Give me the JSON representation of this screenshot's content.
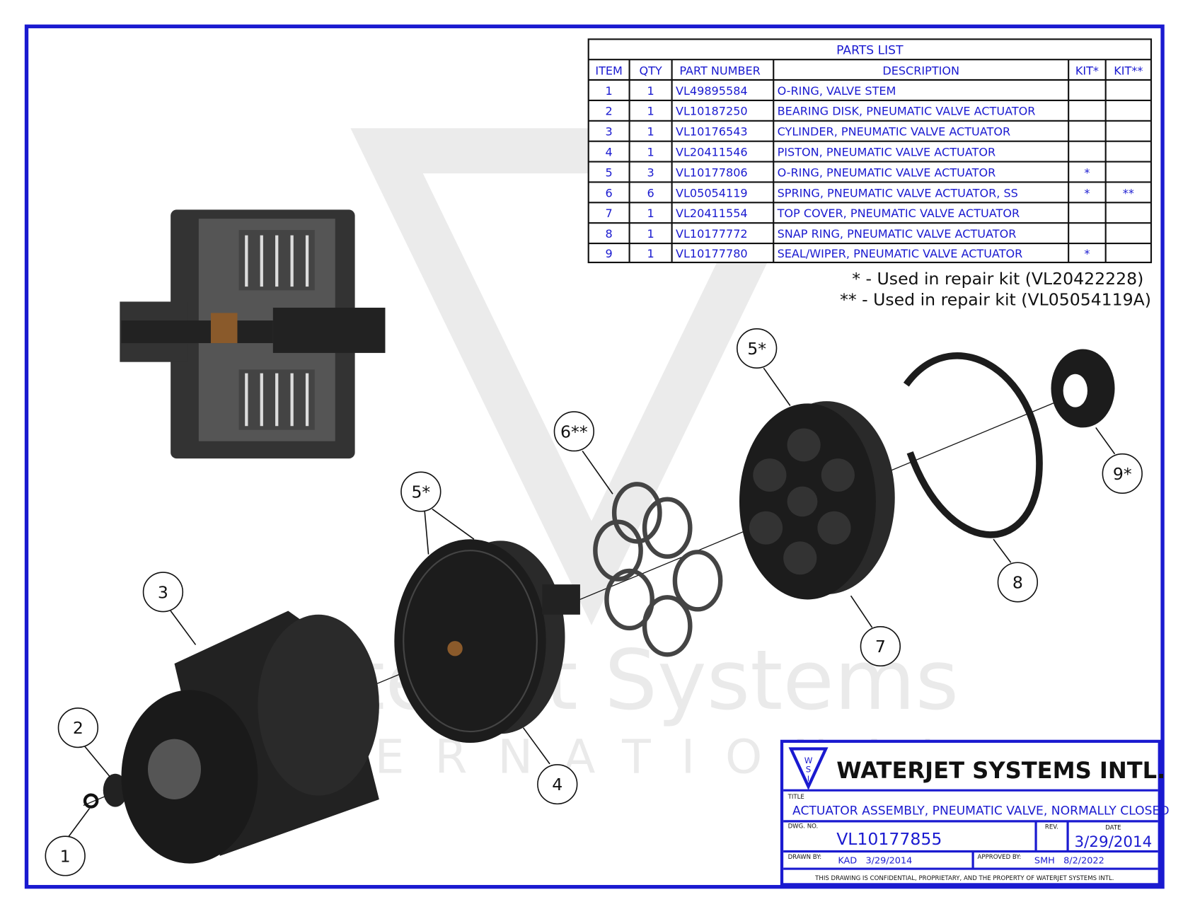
{
  "parts_list": {
    "title": "PARTS LIST",
    "headers": [
      "ITEM",
      "QTY",
      "PART NUMBER",
      "DESCRIPTION",
      "KIT*",
      "KIT**"
    ],
    "rows": [
      [
        "1",
        "1",
        "VL49895584",
        "O-RING, VALVE STEM",
        "",
        ""
      ],
      [
        "2",
        "1",
        "VL10187250",
        "BEARING DISK, PNEUMATIC VALVE ACTUATOR",
        "",
        ""
      ],
      [
        "3",
        "1",
        "VL10176543",
        "CYLINDER, PNEUMATIC VALVE ACTUATOR",
        "",
        ""
      ],
      [
        "4",
        "1",
        "VL20411546",
        "PISTON, PNEUMATIC VALVE ACTUATOR",
        "",
        ""
      ],
      [
        "5",
        "3",
        "VL10177806",
        "O-RING, PNEUMATIC VALVE ACTUATOR",
        "*",
        ""
      ],
      [
        "6",
        "6",
        "VL05054119",
        "SPRING, PNEUMATIC VALVE ACTUATOR, SS",
        "*",
        "**"
      ],
      [
        "7",
        "1",
        "VL20411554",
        "TOP COVER, PNEUMATIC VALVE ACTUATOR",
        "",
        ""
      ],
      [
        "8",
        "1",
        "VL10177772",
        "SNAP RING, PNEUMATIC VALVE ACTUATOR",
        "",
        ""
      ],
      [
        "9",
        "1",
        "VL10177780",
        "SEAL/WIPER, PNEUMATIC VALVE ACTUATOR",
        "*",
        ""
      ]
    ],
    "notes": [
      "* - Used in repair kit (VL20422228)",
      "** - Used in repair kit (VL05054119A)"
    ]
  },
  "balloons": [
    "1",
    "2",
    "3",
    "4",
    "5*",
    "6**",
    "5*",
    "7",
    "8",
    "9*"
  ],
  "watermark": {
    "line1": "Waterjet Systems",
    "line2": "INTERNATIONAL",
    "logo": "WSI"
  },
  "title_block": {
    "company": "WATERJET SYSTEMS INTL.",
    "logo_letters": "WSI",
    "title_label": "TITLE",
    "title": "ACTUATOR ASSEMBLY, PNEUMATIC VALVE, NORMALLY CLOSED",
    "dwg_label": "DWG. NO.",
    "dwg_no": "VL10177855",
    "rev_label": "REV.",
    "date_label": "DATE",
    "date": "3/29/2014",
    "drawn_label": "DRAWN BY:",
    "drawn": "KAD   3/29/2014",
    "approved_label": "APPROVED BY:",
    "approved": "SMH   8/2/2022",
    "confidential": "THIS DRAWING IS CONFIDENTIAL, PROPRIETARY, AND THE PROPERTY OF WATERJET SYSTEMS INTL."
  },
  "colors": {
    "frame": "#1a1ad0",
    "part": "#1c1c1c"
  }
}
